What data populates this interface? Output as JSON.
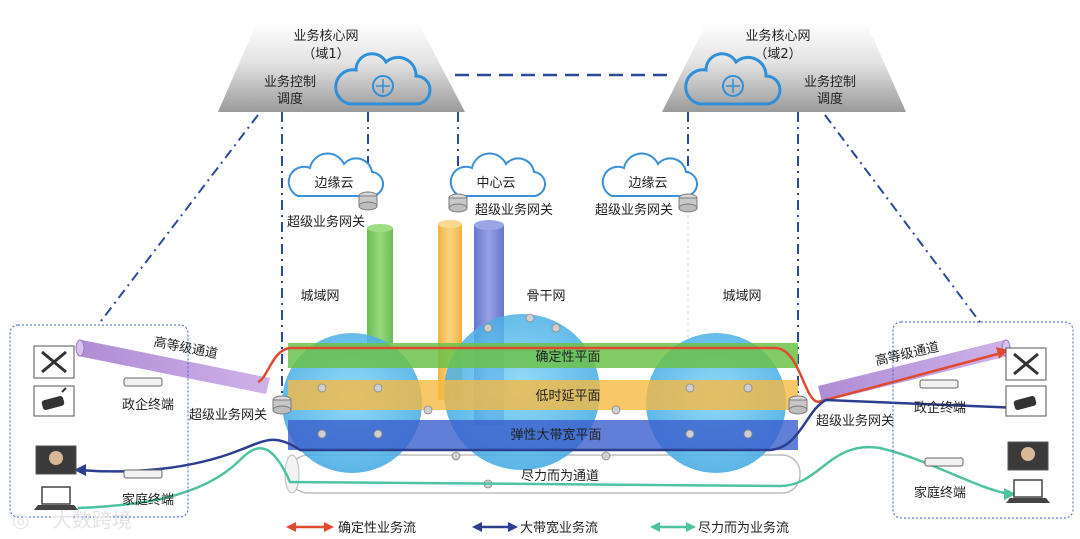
{
  "core_left": {
    "title_line1": "业务核心网",
    "title_line2": "（域1）",
    "ctrl_line1": "业务控制",
    "ctrl_line2": "调度"
  },
  "core_right": {
    "title_line1": "业务核心网",
    "title_line2": "（域2）",
    "ctrl_line1": "业务控制",
    "ctrl_line2": "调度"
  },
  "clouds": {
    "edge_left": "边缘云",
    "center": "中心云",
    "edge_right": "边缘云"
  },
  "gateways": {
    "top_left": "超级业务网关",
    "top_center": "超级业务网关",
    "top_right": "超级业务网关",
    "mid_left": "超级业务网关",
    "mid_right": "超级业务网关"
  },
  "networks": {
    "metro_left": "城域网",
    "backbone": "骨干网",
    "metro_right": "城域网"
  },
  "planes": {
    "deterministic": "确定性平面",
    "low_latency": "低时延平面",
    "elastic_bandwidth": "弹性大带宽平面",
    "best_effort": "尽力而为通道"
  },
  "channels": {
    "left": "高等级通道",
    "right": "高等级通道"
  },
  "terminals": {
    "gov_left": "政企终端",
    "home_left": "家庭终端",
    "gov_right": "政企终端",
    "home_right": "家庭终端"
  },
  "legend": {
    "deterministic": "确定性业务流",
    "bandwidth": "大带宽业务流",
    "best_effort": "尽力而为业务流"
  },
  "watermark": "大数跨境",
  "colors": {
    "deterministic": "#e04a2f",
    "bandwidth": "#2c3e8f",
    "best_effort": "#4fc3a1",
    "green_plane": "#6cc24a",
    "orange_plane": "#f5b942",
    "blue_plane": "#3a5fcd",
    "sphere": "#4fb8ec",
    "cloud_icon": "#2f8fd8",
    "channel": "#b58ed8"
  }
}
